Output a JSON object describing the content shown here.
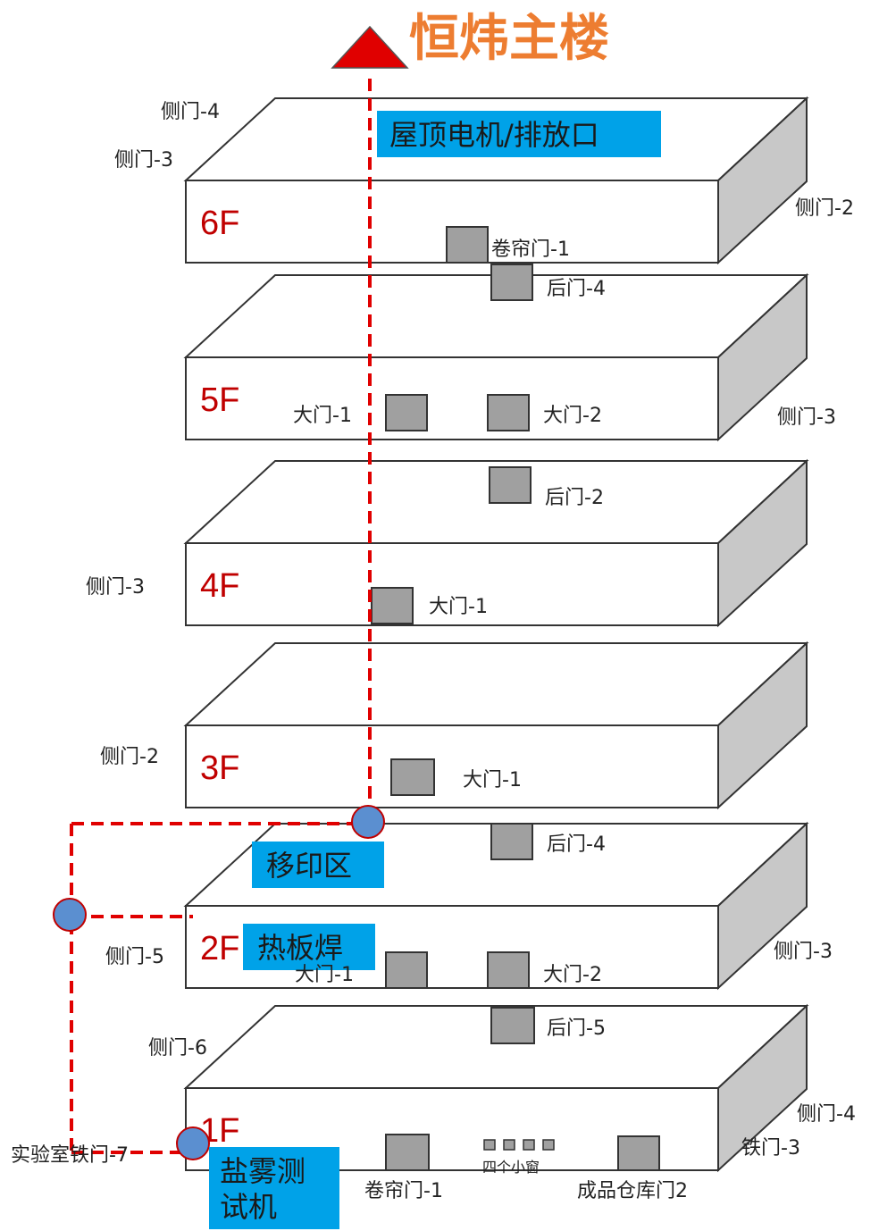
{
  "title": "恒炜主楼",
  "colors": {
    "route": "#e00000",
    "title": "#ed7d31",
    "zone_fill": "#00a2e8",
    "door_fill": "#a0a0a0",
    "node_fill": "#5b8fd0",
    "side_face": "#c8c8c8",
    "floor_label": "#c00000"
  },
  "floors": {
    "f6": "6F",
    "f5": "5F",
    "f4": "4F",
    "f3": "3F",
    "f2": "2F",
    "f1": "1F"
  },
  "zones": {
    "roof": "屋顶电机/排放口",
    "transfer": "移印区",
    "hotplate": "热板焊",
    "saltspray_1": "盐雾测",
    "saltspray_2": "试机"
  },
  "labels": {
    "f6_side4": "侧门-4",
    "f6_side3": "侧门-3",
    "f6_side2": "侧门-2",
    "f6_rolling1": "卷帘门-1",
    "f5_back4": "后门-4",
    "f5_main1": "大门-1",
    "f5_main2": "大门-2",
    "f5_side3": "侧门-3",
    "f4_back2": "后门-2",
    "f4_side3": "侧门-3",
    "f4_main1": "大门-1",
    "f3_side2": "侧门-2",
    "f3_main1": "大门-1",
    "f2_back4": "后门-4",
    "f2_side5": "侧门-5",
    "f2_main1": "大门-1",
    "f2_main2": "大门-2",
    "f2_side3": "侧门-3",
    "f1_back5": "后门-5",
    "f1_side6": "侧门-6",
    "f1_side4": "侧门-4",
    "f1_lab7": "实验室铁门-7",
    "f1_iron3": "铁门-3",
    "f1_windows": "四个小窗",
    "f1_rolling1": "卷帘门-1",
    "f1_warehouse2": "成品仓库门2"
  }
}
